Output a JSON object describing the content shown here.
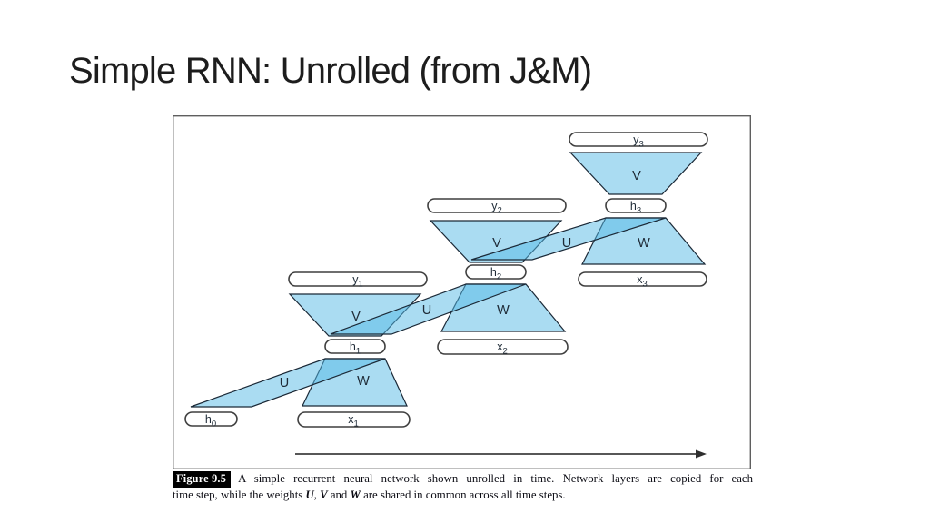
{
  "slide": {
    "title": "Simple RNN: Unrolled (from J&M)"
  },
  "diagram": {
    "nodes": {
      "h0": {
        "base": "h",
        "sub": "0"
      },
      "x1": {
        "base": "x",
        "sub": "1"
      },
      "h1": {
        "base": "h",
        "sub": "1"
      },
      "y1": {
        "base": "y",
        "sub": "1"
      },
      "x2": {
        "base": "x",
        "sub": "2"
      },
      "h2": {
        "base": "h",
        "sub": "2"
      },
      "y2": {
        "base": "y",
        "sub": "2"
      },
      "x3": {
        "base": "x",
        "sub": "3"
      },
      "h3": {
        "base": "h",
        "sub": "3"
      },
      "y3": {
        "base": "y",
        "sub": "3"
      }
    },
    "weights": {
      "u": "U",
      "v": "V",
      "w": "W"
    },
    "colors": {
      "shape_fill": "#aadcf2",
      "shape_overlap": "#80cbeb",
      "shape_stroke": "#1b2937",
      "pill_stroke": "#3f3f3f",
      "label_color": "#1e2a36"
    }
  },
  "caption": {
    "tag": "Figure 9.5",
    "line1": "A simple recurrent neural network shown unrolled in time.  Network layers are copied for each",
    "line2_pre": "time step, while the weights ",
    "u": "U",
    "sep1": ", ",
    "v": "V",
    "sep2": " and ",
    "w": "W",
    "line2_post": " are shared in common across all time steps."
  }
}
